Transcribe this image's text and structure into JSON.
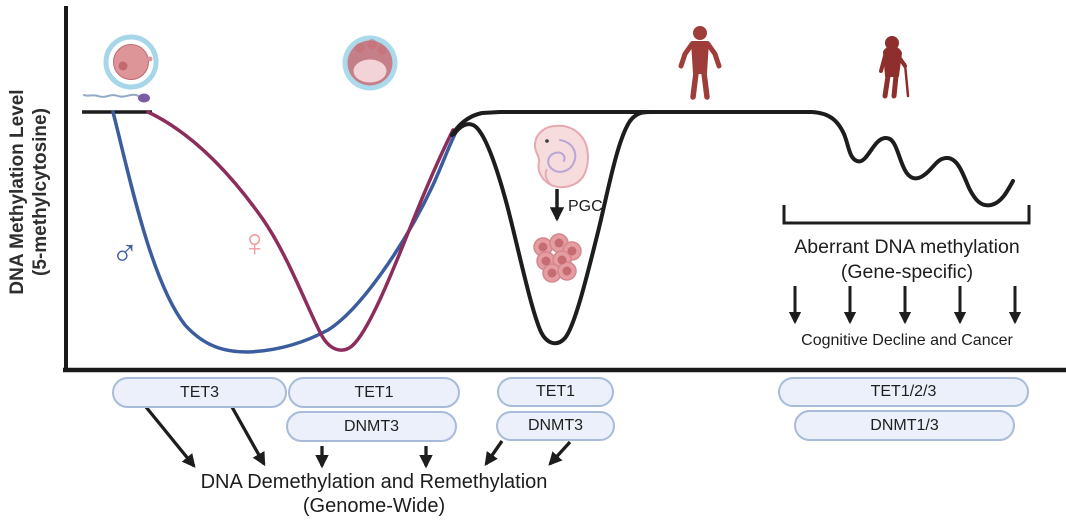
{
  "y_axis": {
    "label_line1": "DNA Methylation Level",
    "label_line2": "(5-methylcytosine)"
  },
  "symbols": {
    "male": "♂",
    "female": "♀"
  },
  "annotations": {
    "pgc": "PGC",
    "aberrant_line1": "Aberrant DNA methylation",
    "aberrant_line2": "(Gene-specific)",
    "cognitive": "Cognitive Decline and Cancer",
    "caption_line1": "DNA Demethylation and Remethylation",
    "caption_line2": "(Genome-Wide)"
  },
  "pills": [
    {
      "label": "TET3"
    },
    {
      "label": "TET1"
    },
    {
      "label": "DNMT3"
    },
    {
      "label": "TET1"
    },
    {
      "label": "DNMT3"
    },
    {
      "label": "TET1/2/3"
    },
    {
      "label": "DNMT1/3"
    }
  ],
  "colors": {
    "ink": "#1d1d1d",
    "axis": "#1a1a1a",
    "paternal_curve": "#3b5d9e",
    "maternal_curve": "#8c2d5c",
    "male_symbol": "#3b5d9e",
    "female_symbol": "#f29c9e",
    "human_adult": "#9e3d3a",
    "human_elderly": "#8e2f2d",
    "pill_bg": "#ebf0fa",
    "pill_border": "#a9bbda",
    "egg_ring": "#a7d6e9",
    "egg_body": "#dd9598",
    "egg_nucleus": "#c3686e",
    "sperm": "#7b5aa6",
    "sperm_tail": "#93a9c4",
    "blasto_ring": "#abdaec",
    "blasto_body": "#c57f88",
    "blasto_cavity": "#f2d3d7",
    "embryo_body": "#f7dcde",
    "embryo_outline": "#e5a9b2",
    "embryo_inner": "#b9a6d4",
    "cell_body": "#e59da1",
    "cell_border": "#d4868c",
    "cell_nucleus": "#c66d74"
  }
}
